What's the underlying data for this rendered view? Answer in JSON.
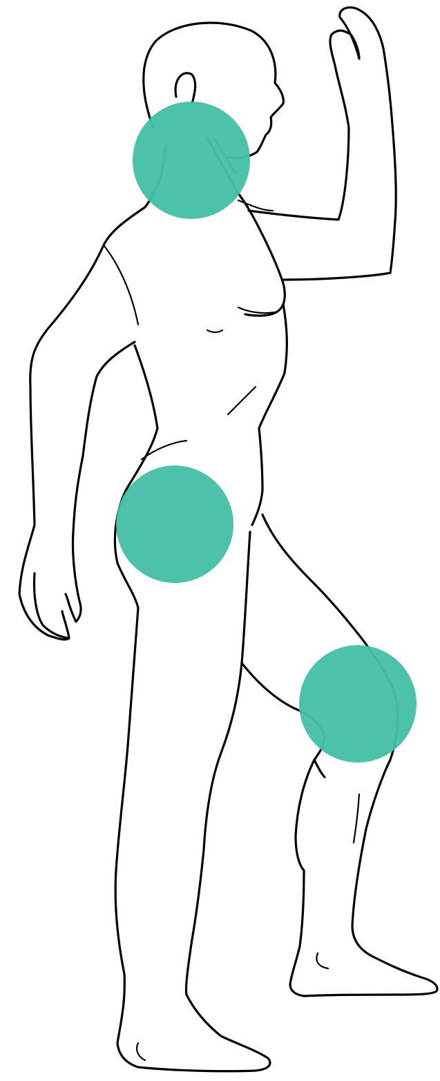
{
  "figure": {
    "subject": "human-body-side-view",
    "line_color": "#000000",
    "background_color": "#ffffff"
  },
  "markers": [
    {
      "id": "neck",
      "color": "#45BFA7"
    },
    {
      "id": "hip",
      "color": "#45BFA7"
    },
    {
      "id": "knee",
      "color": "#45BFA7"
    }
  ]
}
